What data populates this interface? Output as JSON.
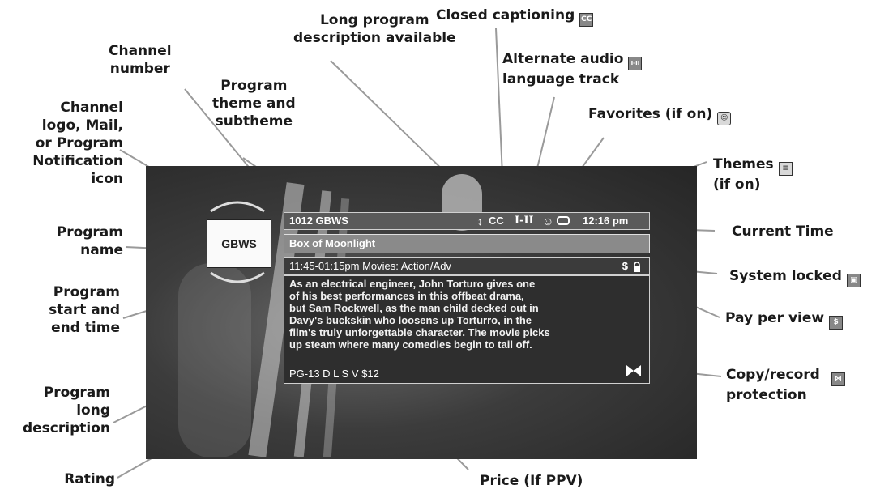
{
  "labels": {
    "long_desc_available": [
      "Long program",
      "description available"
    ],
    "closed_captioning": "Closed captioning",
    "channel_number": [
      "Channel",
      "number"
    ],
    "alt_audio": [
      "Alternate audio",
      "language track"
    ],
    "program_theme": [
      "Program",
      "theme and",
      "subtheme"
    ],
    "favorites": "Favorites (if on)",
    "channel_logo": [
      "Channel",
      "logo, Mail,",
      "or Program",
      "Notification",
      "icon"
    ],
    "themes": [
      "Themes",
      "(if on)"
    ],
    "program_name": [
      "Program",
      "name"
    ],
    "current_time": "Current Time",
    "system_locked": "System locked",
    "program_start_end": [
      "Program",
      "start and",
      "end time"
    ],
    "pay_per_view": "Pay per view",
    "copy_protection": [
      "Copy/record",
      "protection"
    ],
    "program_long_desc": [
      "Program",
      "long",
      "description"
    ],
    "rating": "Rating",
    "price": "Price (If PPV)"
  },
  "icons": {
    "cc": "CC",
    "audio": "I-II",
    "ppv": "$"
  },
  "screen": {
    "channel_logo_text": "GBWS",
    "bar1_channel": "1012 GBWS",
    "bar1_cc": "CC",
    "bar1_audio": "I-II",
    "bar1_time": "12:16 pm",
    "program_name": "Box of Moonlight",
    "time_theme": "11:45-01:15pm Movies: Action/Adv",
    "ppv_symbol": "$",
    "description_lines": [
      "As an electrical engineer, John Torturo gives one",
      "of his best performances in this offbeat drama,",
      "but Sam Rockwell, as the man child decked out in",
      "Davy's buckskin who loosens up Torturro, in the",
      "film's truly unforgettable character. The movie picks",
      "up steam where many comedies begin to tail off."
    ],
    "rating_line": "PG-13 D L S V  $12"
  },
  "colors": {
    "label": "#1a1a1a",
    "leader": "#9a9a9a"
  }
}
